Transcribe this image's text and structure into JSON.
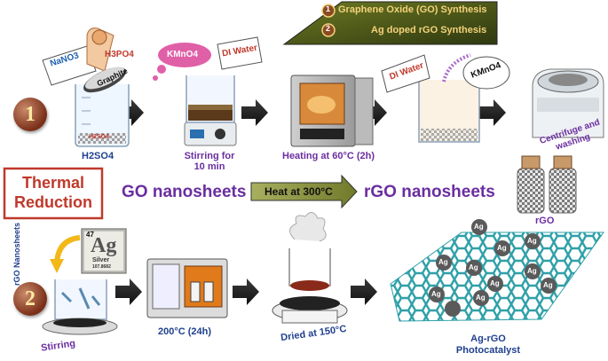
{
  "legend": {
    "item1_num": "1",
    "item1_label": "Graphene Oxide (GO) Synthesis",
    "item2_num": "2",
    "item2_label": "Ag doped rGO Synthesis"
  },
  "row1": {
    "step_num": "1",
    "nano3_tag": "NaNO3",
    "h3po4_tag": "H3PO4",
    "graphite_tag": "Graphite",
    "beaker_inner": "H2SO4",
    "h2so4_label": "H2SO4",
    "kmno4_tag": "KMnO4",
    "di_water_tag": "DI Water",
    "stirring_label": "Stirring for 10 min",
    "heating_label": "Heating at 60°C (2h)",
    "di_water_tag2": "DI Water",
    "kmno4_tag2": "KMnO4",
    "centrifuge_label": "Centrifuge and washing"
  },
  "row2": {
    "thermal_label": "Thermal Reduction",
    "go_label": "GO nanosheets",
    "heat_label": "Heat at 300°C",
    "rgo_label": "rGO nanosheets",
    "rgo_bottle_label": "rGO"
  },
  "row3": {
    "step_num": "2",
    "ag_number": "47",
    "ag_symbol": "Ag",
    "ag_name": "Silver",
    "ag_mass": "107.8682",
    "rgo_nanosheets_label": "rGO Nanosheets",
    "stirring_label": "Stirring",
    "oven_label": "200°C (24h)",
    "dried_label": "Dried at 150°C",
    "ag_label": "Ag",
    "photocatalyst_label": "Ag-rGO Photocatalyst"
  }
}
